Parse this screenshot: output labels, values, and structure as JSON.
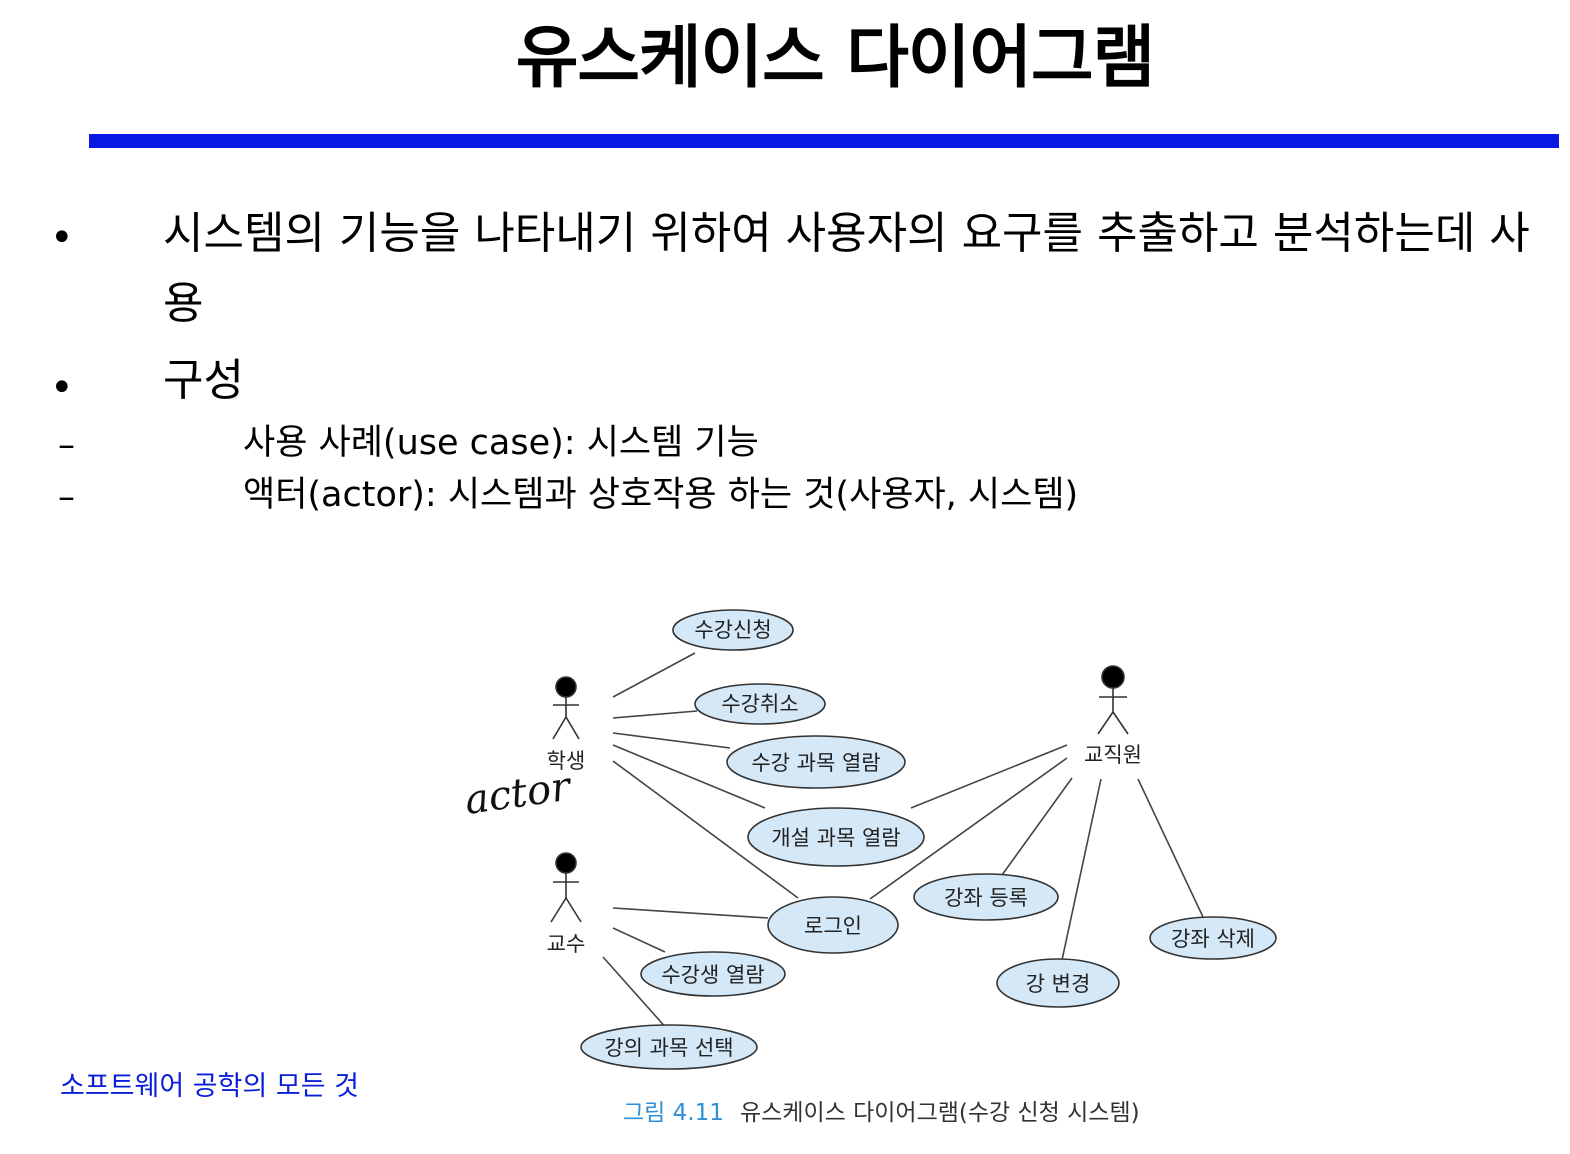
{
  "slide": {
    "title": "유스케이스 다이어그램",
    "bullets": [
      {
        "marker": "•",
        "text": "시스템의 기능을 나타내기 위하여 사용자의 요구를 추출하고 분석하는데 사용"
      },
      {
        "marker": "•",
        "text": "구성"
      }
    ],
    "sub_items": [
      {
        "marker": "–",
        "text": "사용 사례(use case): 시스템 기능"
      },
      {
        "marker": "–",
        "text": "액터(actor): 시스템과 상호작용 하는 것(사용자, 시스템)"
      }
    ],
    "footer": "소프트웨어 공학의 모든 것"
  },
  "diagram": {
    "handwritten_note": "actor",
    "actors": {
      "student": "학생",
      "professor": "교수",
      "staff": "교직원"
    },
    "use_cases": {
      "enroll": "수강신청",
      "cancel": "수강취소",
      "view_courses": "수강 과목 열람",
      "view_offered": "개설 과목 열람",
      "login": "로그인",
      "view_students": "수강생 열람",
      "select_teaching": "강의 과목 선택",
      "register_course": "강좌 등록",
      "change_course": "강 변경",
      "delete_course": "강좌 삭제"
    },
    "caption_number": "그림 4.11",
    "caption_text": "유스케이스 다이어그램(수강 신청 시스템)",
    "colors": {
      "use_case_fill": "#d4e8f7",
      "actor_head_fill": "#d4e8f7",
      "caption_number": "#2f8fd8"
    }
  }
}
